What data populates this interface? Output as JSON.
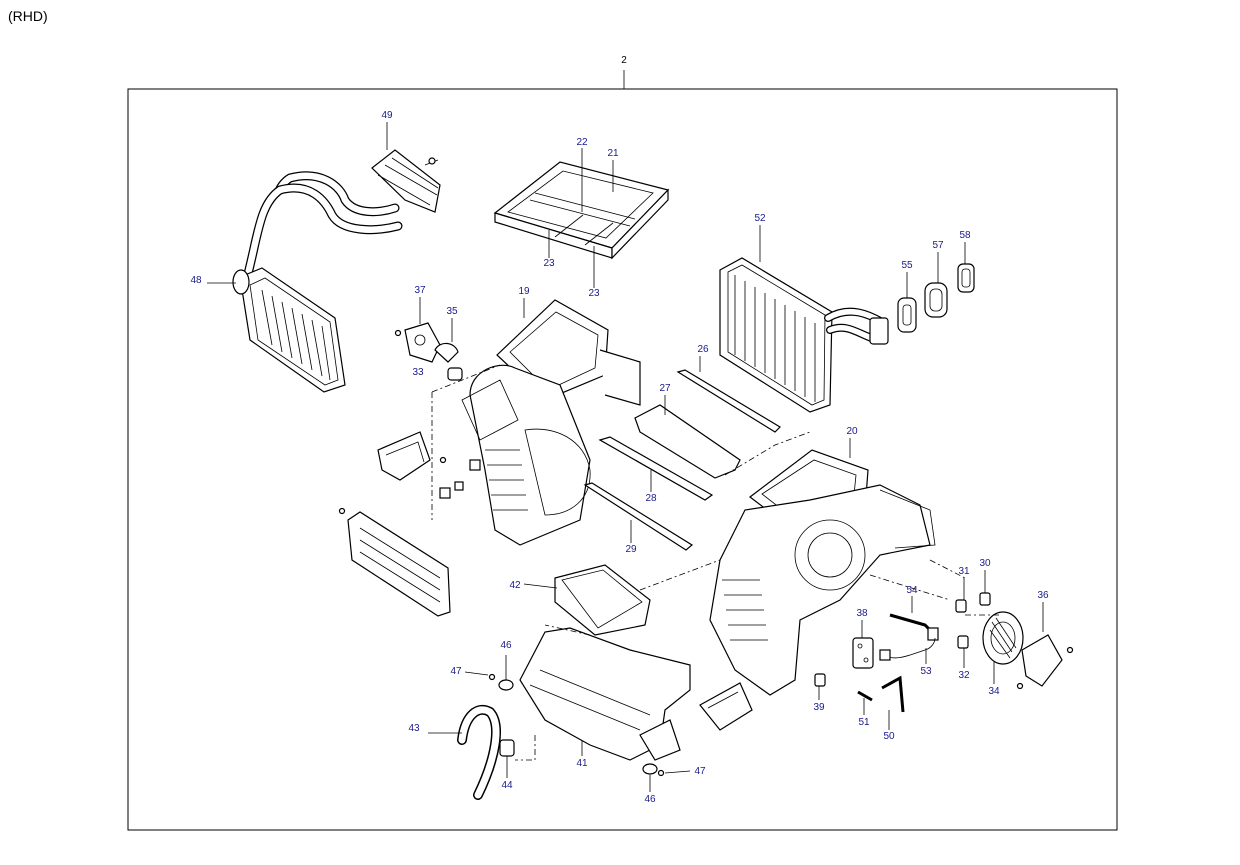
{
  "variant_label": "(RHD)",
  "assembly_number": "2",
  "callouts": [
    {
      "id": "49",
      "text": "49"
    },
    {
      "id": "22",
      "text": "22"
    },
    {
      "id": "21",
      "text": "21"
    },
    {
      "id": "23a",
      "text": "23"
    },
    {
      "id": "23b",
      "text": "23"
    },
    {
      "id": "48",
      "text": "48"
    },
    {
      "id": "52",
      "text": "52"
    },
    {
      "id": "55",
      "text": "55"
    },
    {
      "id": "57",
      "text": "57"
    },
    {
      "id": "58",
      "text": "58"
    },
    {
      "id": "37",
      "text": "37"
    },
    {
      "id": "35",
      "text": "35"
    },
    {
      "id": "19",
      "text": "19"
    },
    {
      "id": "33",
      "text": "33"
    },
    {
      "id": "26",
      "text": "26"
    },
    {
      "id": "27",
      "text": "27"
    },
    {
      "id": "20",
      "text": "20"
    },
    {
      "id": "28",
      "text": "28"
    },
    {
      "id": "29",
      "text": "29"
    },
    {
      "id": "42",
      "text": "42"
    },
    {
      "id": "31",
      "text": "31"
    },
    {
      "id": "30",
      "text": "30"
    },
    {
      "id": "54",
      "text": "54"
    },
    {
      "id": "36",
      "text": "36"
    },
    {
      "id": "38",
      "text": "38"
    },
    {
      "id": "46a",
      "text": "46"
    },
    {
      "id": "47a",
      "text": "47"
    },
    {
      "id": "53",
      "text": "53"
    },
    {
      "id": "32",
      "text": "32"
    },
    {
      "id": "34",
      "text": "34"
    },
    {
      "id": "39",
      "text": "39"
    },
    {
      "id": "51",
      "text": "51"
    },
    {
      "id": "50",
      "text": "50"
    },
    {
      "id": "43",
      "text": "43"
    },
    {
      "id": "41",
      "text": "41"
    },
    {
      "id": "44",
      "text": "44"
    },
    {
      "id": "47b",
      "text": "47"
    },
    {
      "id": "46b",
      "text": "46"
    }
  ]
}
